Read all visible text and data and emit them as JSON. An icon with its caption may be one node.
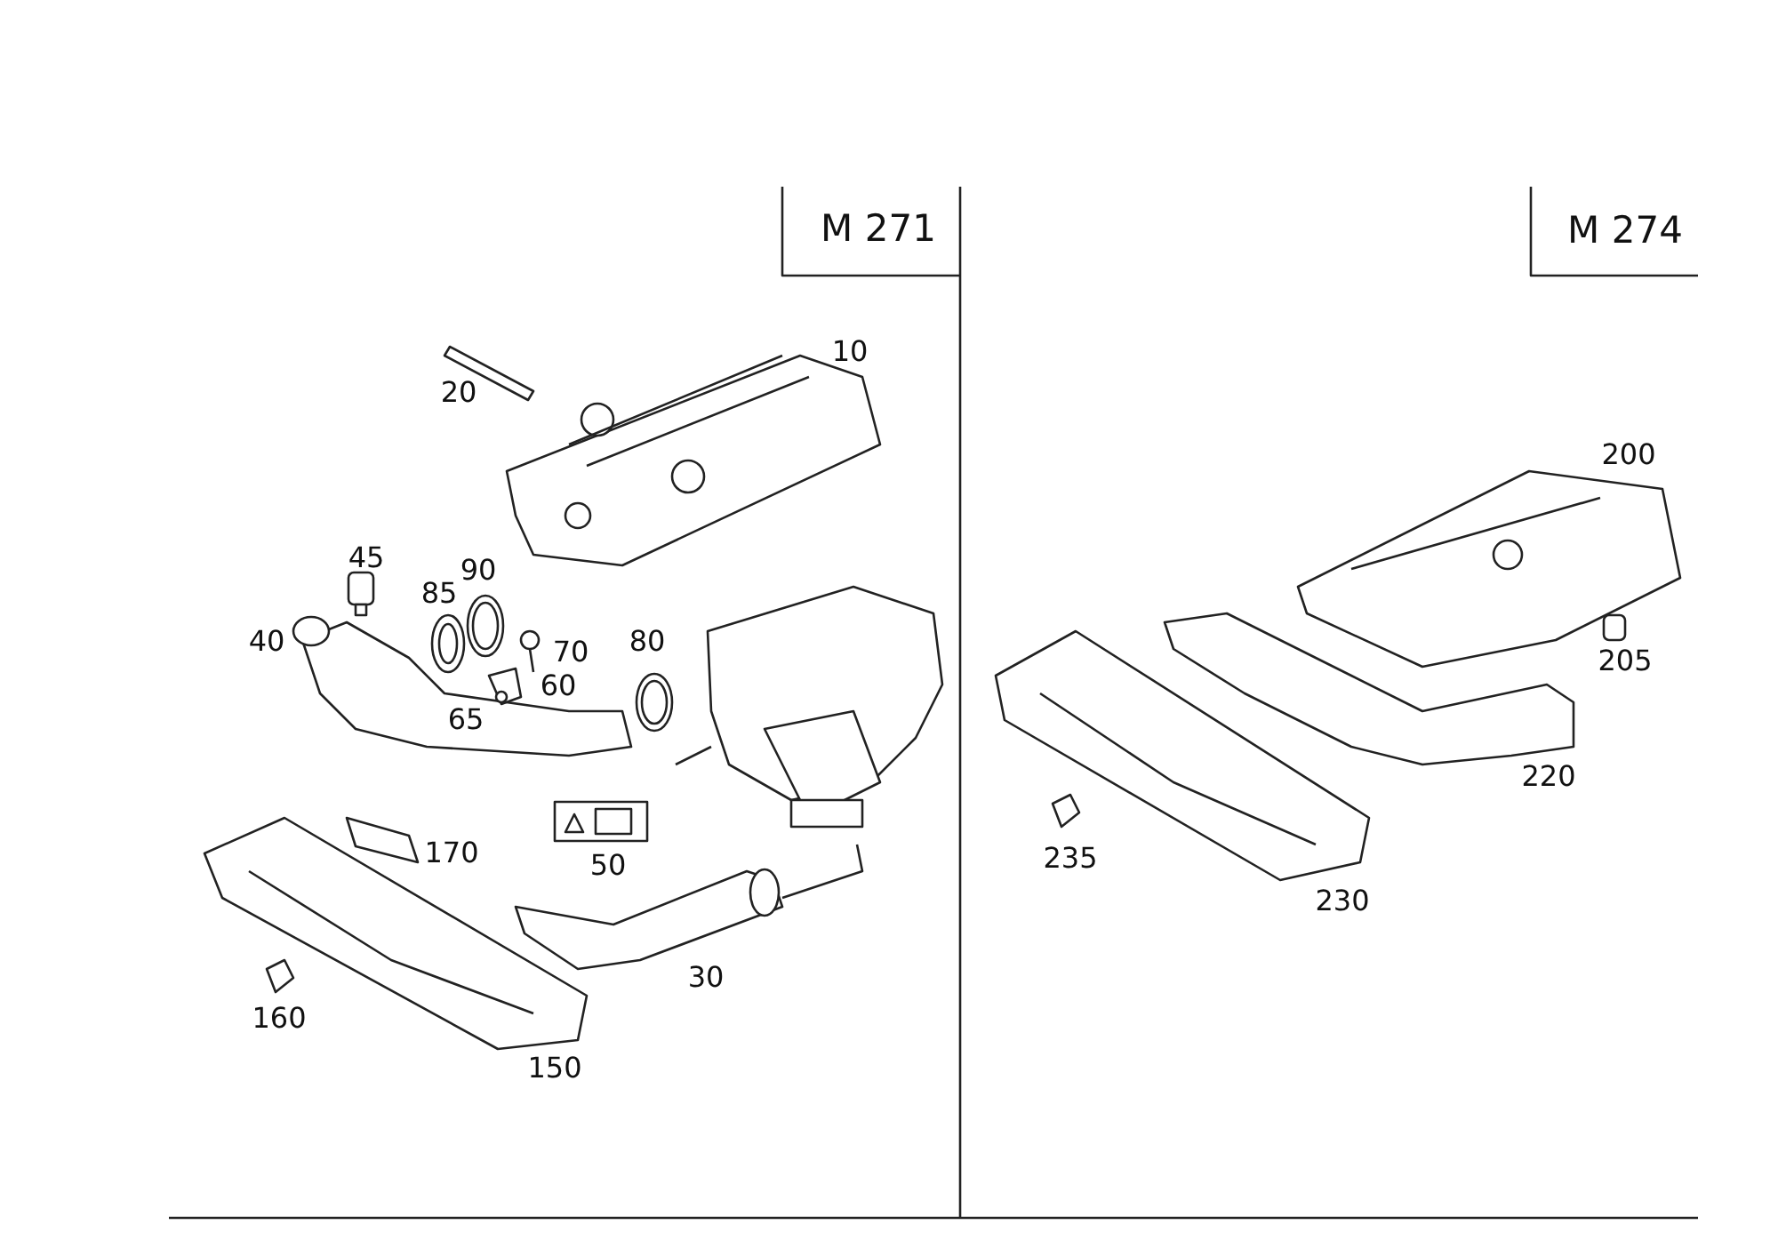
{
  "diagram": {
    "labels": [
      "M 271",
      "10",
      "20",
      "45",
      "85",
      "90",
      "40",
      "70",
      "80",
      "60",
      "65",
      "170",
      "50",
      "30",
      "160",
      "150",
      "M 274",
      "200",
      "205",
      "220",
      "235",
      "230"
    ]
  }
}
